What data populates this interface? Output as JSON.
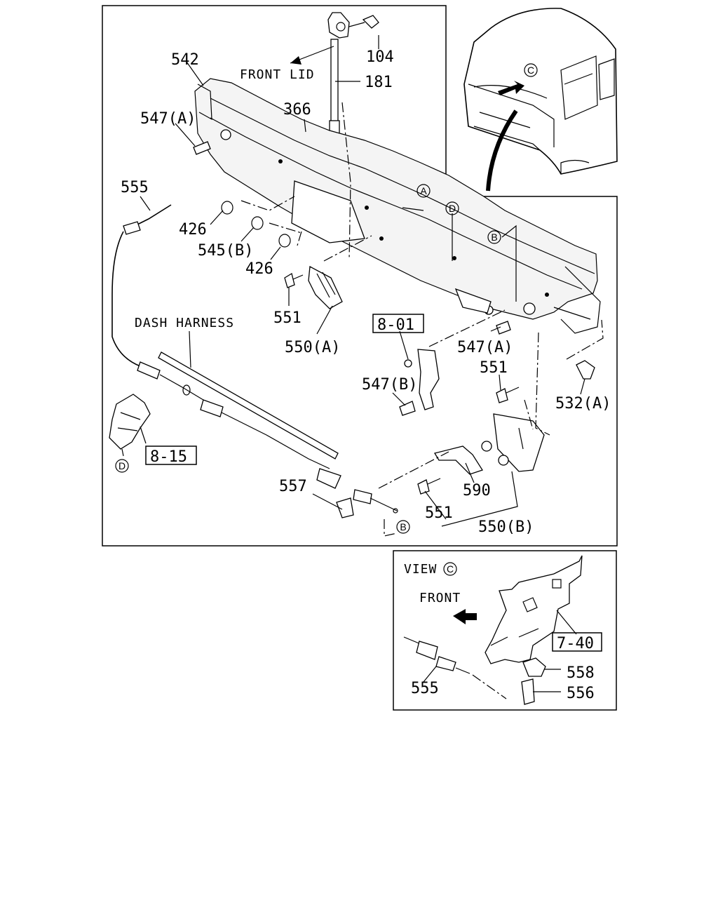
{
  "labels": {
    "p542": "542",
    "p104": "104",
    "front_lid": "FRONT LID",
    "p181": "181",
    "p366": "366",
    "p547a_top": "547(A)",
    "p555_main": "555",
    "p426_a": "426",
    "p545b": "545(B)",
    "p426_b": "426",
    "p551_a": "551",
    "p550a": "550(A)",
    "dash_harness": "DASH HARNESS",
    "ref_801": "8-01",
    "p547a_mid": "547(A)",
    "p551_b": "551",
    "p547b": "547(B)",
    "p532a": "532(A)",
    "ref_815": "8-15",
    "p557": "557",
    "p590": "590",
    "p551_c": "551",
    "p550b": "550(B)",
    "view_c": "VIEW",
    "front_inset": "FRONT",
    "ref_740": "7-40",
    "p558": "558",
    "p555_inset": "555",
    "p556": "556"
  },
  "circle_refs": {
    "A": "A",
    "B": "B",
    "C": "C",
    "D": "D"
  }
}
